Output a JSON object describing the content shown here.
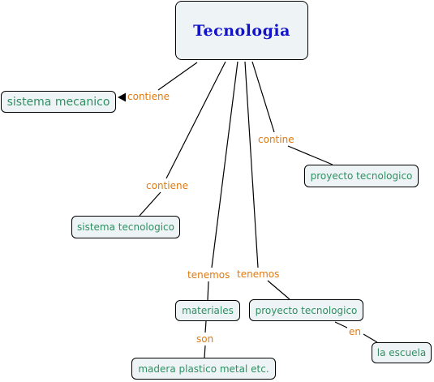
{
  "diagram": {
    "root": {
      "label": "Tecnologia"
    },
    "nodes": {
      "sistema_mecanico": "sistema mecanico",
      "proyecto_tecnologico_1": "proyecto tecnologico",
      "sistema_tecnologico": "sistema tecnologico",
      "materiales": "materiales",
      "proyecto_tecnologico_2": "proyecto tecnologico",
      "madera": "madera plastico metal etc.",
      "la_escuela": "la escuela"
    },
    "links": {
      "contiene_1": "contiene",
      "contine": "contine",
      "contiene_2": "contiene",
      "tenemos_1": "tenemos",
      "tenemos_2": "tenemos",
      "son": "son",
      "en": "en"
    },
    "colors": {
      "root_text": "#1212c8",
      "node_text": "#2f8f63",
      "link_text": "#e07a10",
      "node_fill": "#eef4f5"
    }
  }
}
